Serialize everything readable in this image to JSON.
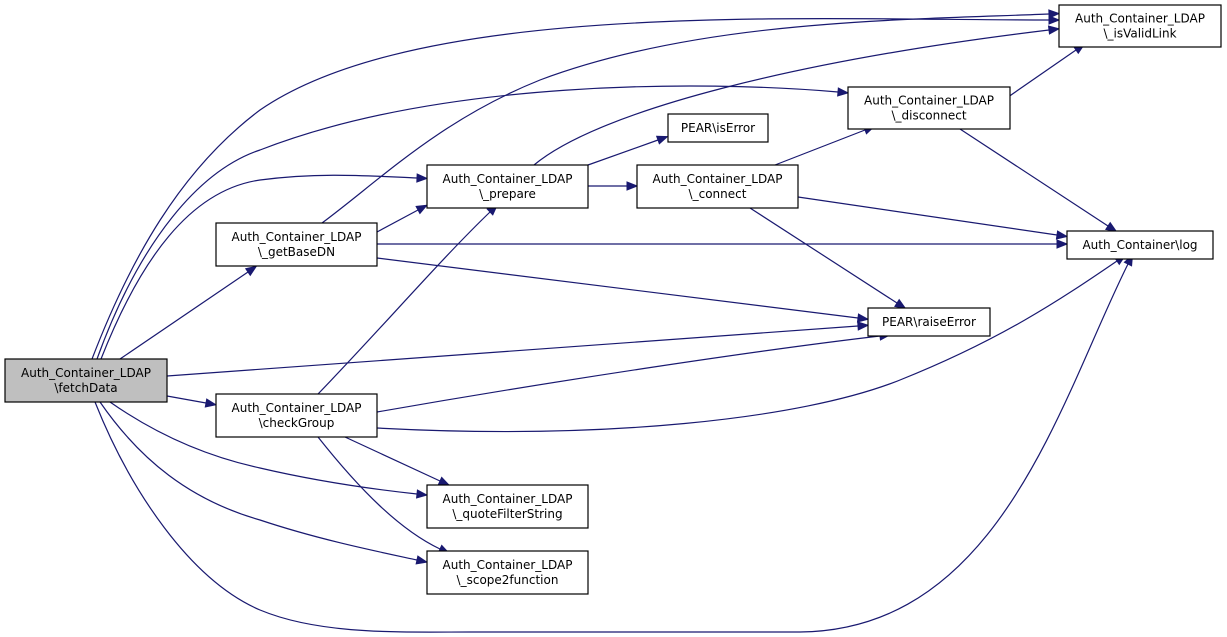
{
  "graph": {
    "type": "call-graph",
    "nodes": [
      {
        "id": "fetchData",
        "lines": [
          "Auth_Container_LDAP",
          "\\fetchData"
        ],
        "root": true
      },
      {
        "id": "getBaseDN",
        "lines": [
          "Auth_Container_LDAP",
          "\\_getBaseDN"
        ]
      },
      {
        "id": "checkGroup",
        "lines": [
          "Auth_Container_LDAP",
          "\\checkGroup"
        ]
      },
      {
        "id": "prepare",
        "lines": [
          "Auth_Container_LDAP",
          "\\_prepare"
        ]
      },
      {
        "id": "quoteFilterString",
        "lines": [
          "Auth_Container_LDAP",
          "\\_quoteFilterString"
        ]
      },
      {
        "id": "scope2function",
        "lines": [
          "Auth_Container_LDAP",
          "\\_scope2function"
        ]
      },
      {
        "id": "isError",
        "lines": [
          "PEAR\\isError"
        ]
      },
      {
        "id": "connect",
        "lines": [
          "Auth_Container_LDAP",
          "\\_connect"
        ]
      },
      {
        "id": "disconnect",
        "lines": [
          "Auth_Container_LDAP",
          "\\_disconnect"
        ]
      },
      {
        "id": "raiseError",
        "lines": [
          "PEAR\\raiseError"
        ]
      },
      {
        "id": "isValidLink",
        "lines": [
          "Auth_Container_LDAP",
          "\\_isValidLink"
        ]
      },
      {
        "id": "log",
        "lines": [
          "Auth_Container\\log"
        ]
      }
    ],
    "edges": [
      {
        "from": "fetchData",
        "to": "isValidLink"
      },
      {
        "from": "fetchData",
        "to": "disconnect"
      },
      {
        "from": "fetchData",
        "to": "prepare"
      },
      {
        "from": "fetchData",
        "to": "getBaseDN"
      },
      {
        "from": "fetchData",
        "to": "raiseError"
      },
      {
        "from": "fetchData",
        "to": "checkGroup"
      },
      {
        "from": "fetchData",
        "to": "quoteFilterString"
      },
      {
        "from": "fetchData",
        "to": "scope2function"
      },
      {
        "from": "fetchData",
        "to": "log"
      },
      {
        "from": "getBaseDN",
        "to": "isValidLink"
      },
      {
        "from": "getBaseDN",
        "to": "prepare"
      },
      {
        "from": "getBaseDN",
        "to": "log"
      },
      {
        "from": "getBaseDN",
        "to": "raiseError"
      },
      {
        "from": "checkGroup",
        "to": "prepare"
      },
      {
        "from": "checkGroup",
        "to": "raiseError"
      },
      {
        "from": "checkGroup",
        "to": "log"
      },
      {
        "from": "checkGroup",
        "to": "quoteFilterString"
      },
      {
        "from": "checkGroup",
        "to": "scope2function"
      },
      {
        "from": "prepare",
        "to": "isValidLink"
      },
      {
        "from": "prepare",
        "to": "isError"
      },
      {
        "from": "prepare",
        "to": "connect"
      },
      {
        "from": "connect",
        "to": "disconnect"
      },
      {
        "from": "connect",
        "to": "log"
      },
      {
        "from": "connect",
        "to": "raiseError"
      },
      {
        "from": "disconnect",
        "to": "isValidLink"
      },
      {
        "from": "disconnect",
        "to": "log"
      }
    ]
  }
}
